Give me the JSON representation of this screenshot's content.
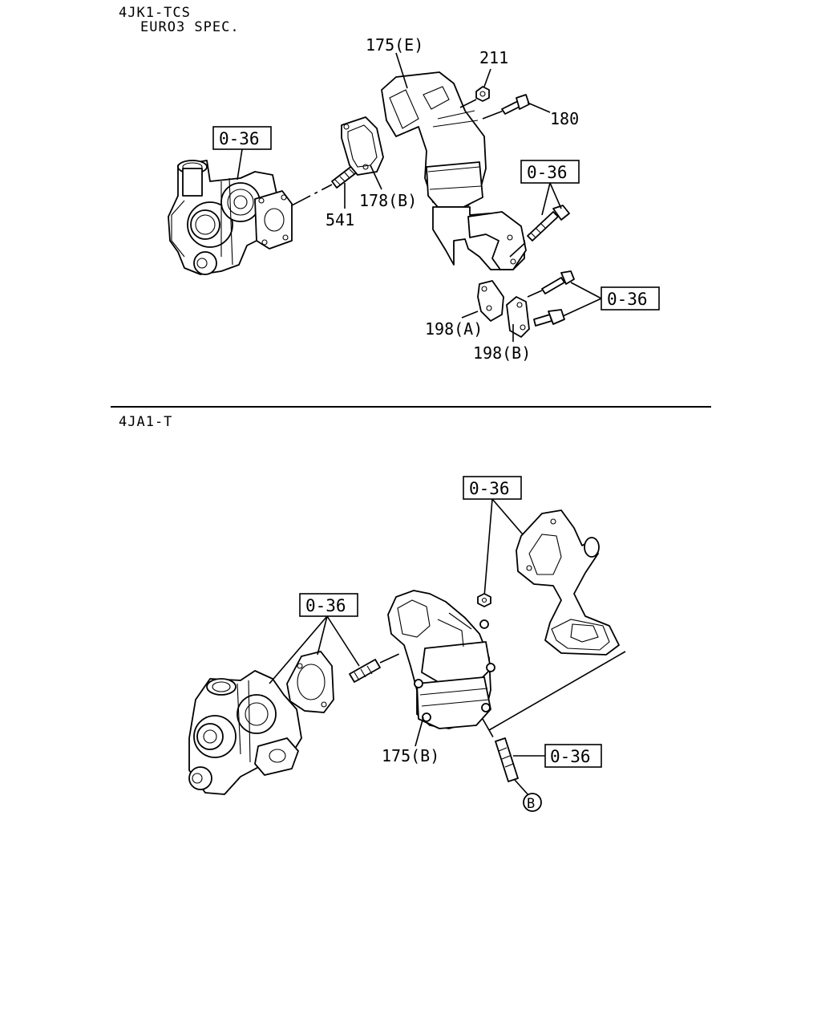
{
  "upper_section": {
    "header_line1": "4JK1-TCS",
    "header_line2": "EURO3 SPEC.",
    "labels": {
      "pipe_175E": "175(E)",
      "nut_211": "211",
      "bolt_180": "180",
      "gasket_178B": "178(B)",
      "stud_541": "541",
      "bracket_198A": "198(A)",
      "bracket_198B": "198(B)"
    },
    "refs": {
      "turbo_ref": "0-36",
      "bolt_ref": "0-36",
      "bracket_bolt_ref": "0-36"
    }
  },
  "lower_section": {
    "header": "4JA1-T",
    "labels": {
      "converter_175B": "175(B)",
      "circle_marker": "B"
    },
    "refs": {
      "top_ref": "0-36",
      "gasket_ref": "0-36",
      "stud_ref": "0-36"
    }
  }
}
